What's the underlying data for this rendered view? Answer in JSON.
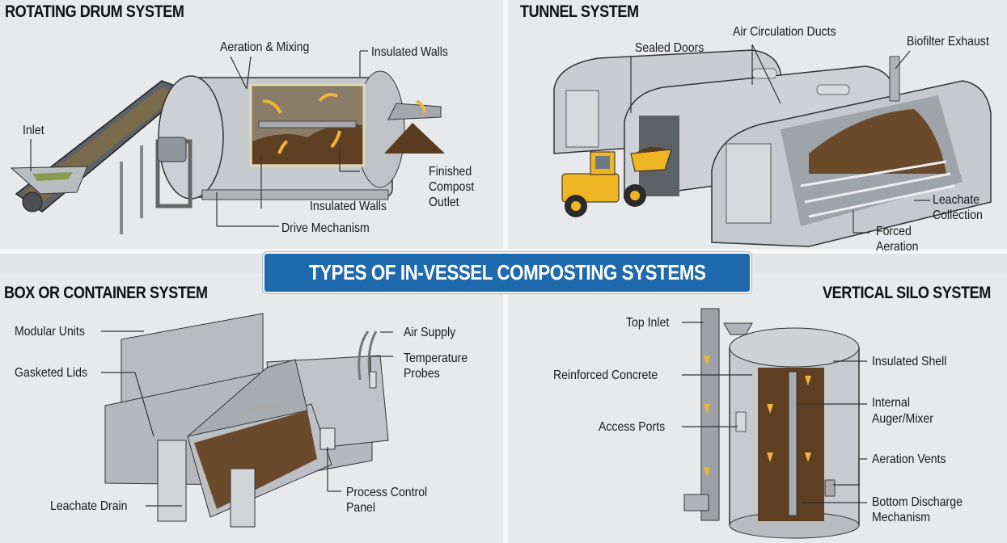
{
  "banner": {
    "title": "TYPES OF IN-VESSEL COMPOSTING SYSTEMS",
    "color": "#1f6aae"
  },
  "panels": {
    "rotating_drum": {
      "title": "ROTATING DRUM SYSTEM",
      "labels": {
        "inlet": "Inlet",
        "aeration_mixing": "Aeration & Mixing",
        "insulated_walls_top": "Insulated Walls",
        "insulated_walls_bottom": "Insulated Walls",
        "drive_mechanism": "Drive Mechanism",
        "finished_1": "Finished",
        "finished_2": "Compost",
        "finished_3": "Outlet"
      }
    },
    "tunnel": {
      "title": "TUNNEL SYSTEM",
      "labels": {
        "sealed_doors": "Sealed Doors",
        "air_ducts": "Air Circulation Ducts",
        "biofilter": "Biofilter Exhaust",
        "leachate_1": "Leachate",
        "leachate_2": "Collection",
        "forced_1": "Forced",
        "forced_2": "Aeration"
      }
    },
    "box_container": {
      "title": "BOX OR CONTAINER SYSTEM",
      "labels": {
        "modular_units": "Modular Units",
        "gasketed_lids": "Gasketed Lids",
        "leachate_drain": "Leachate Drain",
        "air_supply": "Air Supply",
        "temp_1": "Temperature",
        "temp_2": "Probes",
        "panel_1": "Process Control",
        "panel_2": "Panel"
      }
    },
    "vertical_silo": {
      "title": "VERTICAL SILO SYSTEM",
      "labels": {
        "top_inlet": "Top Inlet",
        "reinforced_concrete": "Reinforced Concrete",
        "access_ports": "Access Ports",
        "insulated_shell": "Insulated Shell",
        "auger_1": "Internal",
        "auger_2": "Auger/Mixer",
        "aeration_vents": "Aeration Vents",
        "discharge_1": "Bottom Discharge",
        "discharge_2": "Mechanism"
      }
    }
  },
  "colors": {
    "metal": "#c4c8cc",
    "compost": "#6b4a2b",
    "arrow": "#f2b33d",
    "loader": "#f0b523"
  }
}
